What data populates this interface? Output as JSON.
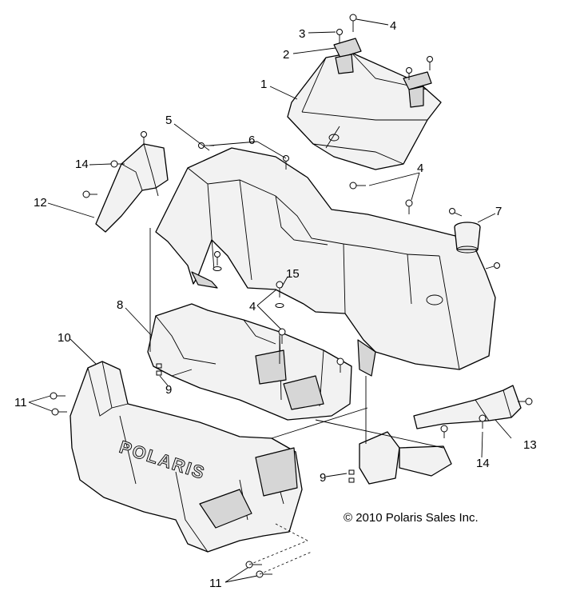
{
  "callouts": [
    "1",
    "2",
    "3",
    "4",
    "5",
    "6",
    "7",
    "8",
    "9",
    "10",
    "11",
    "12",
    "13",
    "14",
    "15"
  ],
  "brand_text": "POLARIS",
  "copyright": "© 2010 Polaris Sales Inc."
}
